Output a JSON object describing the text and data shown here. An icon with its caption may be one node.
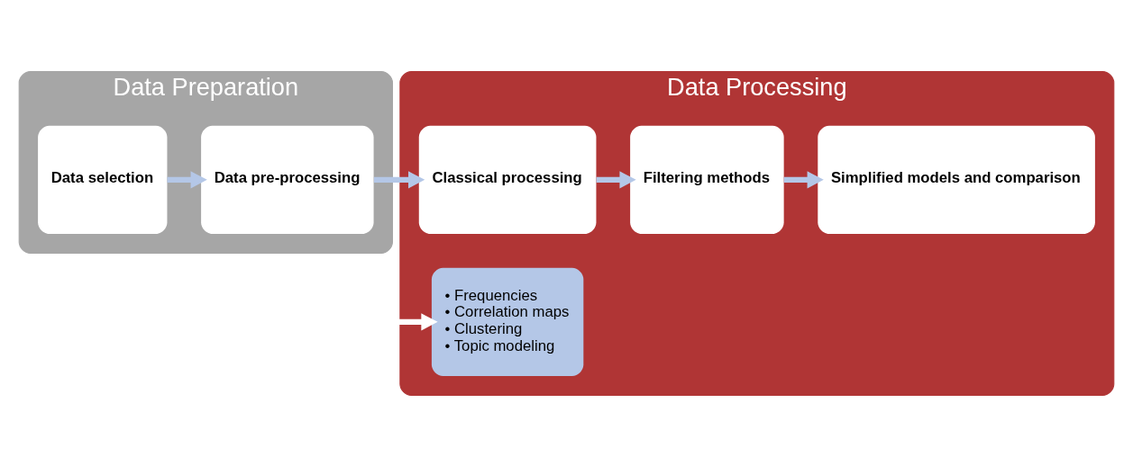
{
  "diagram": {
    "nodes": [
      {
        "text": [
          "Data Preparation"
        ]
      },
      {
        "text": [
          "Data selection"
        ],
        "in": 0
      },
      {
        "text": [
          "Data pre-processing"
        ],
        "in": 0
      },
      {
        "text": [
          "Data Processing"
        ]
      },
      {
        "text": [
          "Classical processing"
        ],
        "in": 3
      },
      {
        "text": [
          "Filtering methods"
        ],
        "in": 3
      },
      {
        "text": [
          "Simplified models and comparison"
        ],
        "in": 3
      },
      {
        "text": [
          "• Frequencies",
          "• Correlation maps",
          "• Clustering",
          "• Topic modeling"
        ],
        "in": 3
      }
    ],
    "edges": [
      {
        "from": 1,
        "to": 2,
        "arrow": "to"
      },
      {
        "from": 2,
        "to": 4,
        "arrow": "to"
      },
      {
        "from": 4,
        "to": 5,
        "arrow": "to"
      },
      {
        "from": 5,
        "to": 6,
        "arrow": "to"
      },
      {
        "from": null,
        "to": 7,
        "arrow": "to",
        "color": "#ffffff"
      }
    ]
  }
}
